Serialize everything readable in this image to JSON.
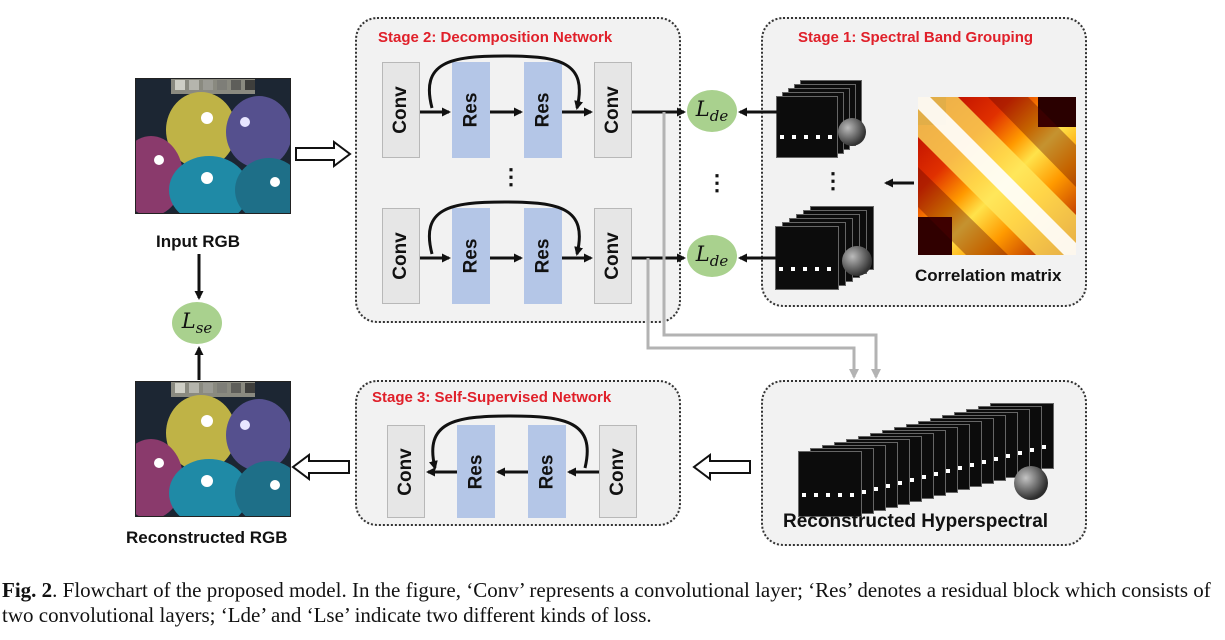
{
  "stages": {
    "stage1": "Stage 1: Spectral Band Grouping",
    "stage2": "Stage 2: Decomposition Network",
    "stage3": "Stage 3: Self-Supervised Network"
  },
  "blocks": {
    "conv": "Conv",
    "res": "Res"
  },
  "losses": {
    "de": {
      "base": "L",
      "sub": "de"
    },
    "se": {
      "base": "L",
      "sub": "se"
    }
  },
  "labels": {
    "input_rgb": "Input RGB",
    "reconstructed_rgb": "Reconstructed RGB",
    "correlation_matrix": "Correlation matrix",
    "reconstructed_hyperspectral": "Reconstructed Hyperspectral",
    "ellipsis": "⋮"
  },
  "caption": {
    "fig": "Fig. 2",
    "text": ". Flowchart of the proposed model. In the figure, ‘Conv’ represents a convolutional layer; ‘Res’ denotes a residual block which consists of two convolutional layers; ‘Lde’ and ‘Lse’ indicate two different kinds of loss."
  },
  "colors": {
    "stage_title": "#e0202a",
    "res_block": "#b4c6e7",
    "conv_block": "#e6e6e6",
    "loss": "#a9d18e",
    "gray_arrow": "#b3b3b3"
  }
}
